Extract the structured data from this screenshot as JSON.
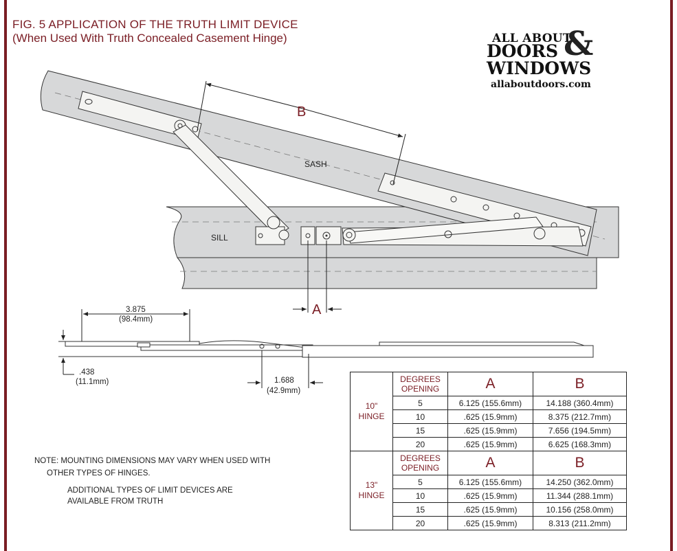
{
  "header": {
    "title": "FIG. 5  APPLICATION OF THE TRUTH LIMIT DEVICE",
    "subtitle": "(When Used With Truth Concealed Casement Hinge)"
  },
  "logo": {
    "line1": "ALL ABOUT",
    "line2": "DOORS",
    "amp": "&",
    "line3": "WINDOWS",
    "url": "allaboutdoors.com"
  },
  "diagram": {
    "sash_label": "SASH",
    "sill_label": "SILL",
    "dim_a": "A",
    "dim_b": "B",
    "dim1_value": "3.875",
    "dim1_metric": "(98.4mm)",
    "dim2_value": ".438",
    "dim2_metric": "(11.1mm)",
    "dim3_value": "1.688",
    "dim3_metric": "(42.9mm)"
  },
  "notes": {
    "line1": "NOTE: MOUNTING DIMENSIONS MAY VARY WHEN USED WITH",
    "line2": "OTHER TYPES OF HINGES.",
    "line3": "ADDITIONAL TYPES OF LIMIT DEVICES ARE",
    "line4": "AVAILABLE FROM TRUTH"
  },
  "table": {
    "head_degrees_1": "DEGREES",
    "head_degrees_2": "OPENING",
    "head_a": "A",
    "head_b": "B",
    "groups": [
      {
        "hinge_1": "10\"",
        "hinge_2": "HINGE",
        "rows": [
          {
            "deg": "5",
            "a": "6.125 (155.6mm)",
            "b": "14.188 (360.4mm)"
          },
          {
            "deg": "10",
            "a": ".625 (15.9mm)",
            "b": "8.375 (212.7mm)"
          },
          {
            "deg": "15",
            "a": ".625 (15.9mm)",
            "b": "7.656 (194.5mm)"
          },
          {
            "deg": "20",
            "a": ".625 (15.9mm)",
            "b": "6.625 (168.3mm)"
          }
        ]
      },
      {
        "hinge_1": "13\"",
        "hinge_2": "HINGE",
        "rows": [
          {
            "deg": "5",
            "a": "6.125 (155.6mm)",
            "b": "14.250 (362.0mm)"
          },
          {
            "deg": "10",
            "a": ".625 (15.9mm)",
            "b": "11.344 (288.1mm)"
          },
          {
            "deg": "15",
            "a": ".625 (15.9mm)",
            "b": "10.156 (258.0mm)"
          },
          {
            "deg": "20",
            "a": ".625 (15.9mm)",
            "b": "8.313 (211.2mm)"
          }
        ]
      }
    ]
  },
  "colors": {
    "accent": "#7a1d24",
    "wood": "#d7d8d9",
    "metal": "#f4f4f2",
    "line": "#333333"
  }
}
